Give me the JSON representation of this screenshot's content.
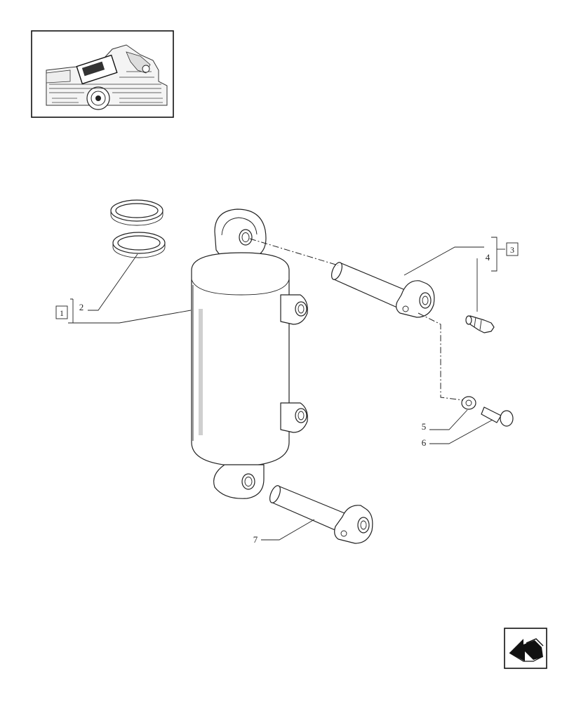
{
  "callouts": {
    "c1": "1",
    "c2": "2",
    "c3": "3",
    "c4": "4",
    "c5": "5",
    "c6": "6",
    "c7": "7"
  },
  "icons": {
    "thumbnail": "tractor-location-thumbnail-icon",
    "nav": "previous-page-arrow-icon"
  }
}
